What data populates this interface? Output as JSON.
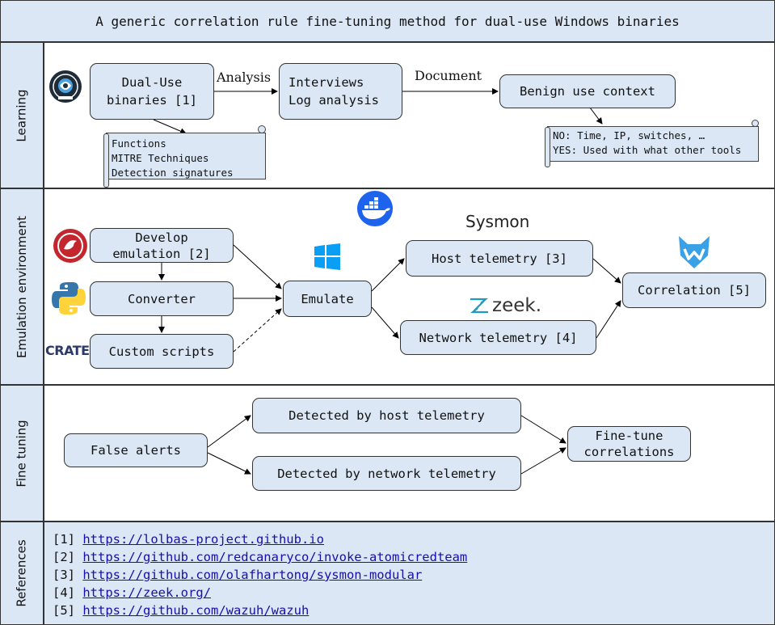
{
  "title": "A generic correlation rule fine-tuning method for dual-use Windows binaries",
  "sections": {
    "learning": "Learning",
    "emulation": "Emulation environment",
    "fine_tuning": "Fine tuning",
    "references": "References"
  },
  "learning": {
    "dual_use_line1": "Dual-Use",
    "dual_use_line2": "binaries [1]",
    "edge_analysis": "Analysis",
    "interviews_line1": "Interviews",
    "interviews_line2": "Log analysis",
    "edge_document": "Document",
    "benign": "Benign use context",
    "notes1": [
      "Functions",
      "MITRE Techniques",
      "Detection signatures"
    ],
    "notes2": [
      "NO: Time, IP, switches, …",
      "YES: Used with what other tools"
    ]
  },
  "emulation": {
    "develop_line1": "Develop",
    "develop_line2": "emulation [2]",
    "converter": "Converter",
    "custom_scripts": "Custom scripts",
    "emulate": "Emulate",
    "host": "Host telemetry [3]",
    "network": "Network telemetry [4]",
    "correlation": "Correlation [5]",
    "sysmon_logo": "Sysmon",
    "zeek_logo": "zeek.",
    "crate_logo": "CRATE"
  },
  "fine_tuning": {
    "false_alerts": "False alerts",
    "detected_host": "Detected by host telemetry",
    "detected_network": "Detected by network telemetry",
    "finetune_line1": "Fine-tune",
    "finetune_line2": "correlations"
  },
  "references": [
    {
      "num": "[1]",
      "url": "https://lolbas-project.github.io"
    },
    {
      "num": "[2]",
      "url": "https://github.com/redcanaryco/invoke-atomicredteam"
    },
    {
      "num": "[3]",
      "url": "https://github.com/olafhartong/sysmon-modular"
    },
    {
      "num": "[4]",
      "url": "https://zeek.org/"
    },
    {
      "num": "[5]",
      "url": "https://github.com/wazuh/wazuh"
    }
  ],
  "colors": {
    "box_fill": "#dbe7f4",
    "border": "#333333",
    "link": "#1a0dab",
    "docker_blue": "#1d63ed",
    "windows_blue": "#0a9ef5",
    "wazuh_blue": "#3aa1e6",
    "redcanary_red": "#c4262e",
    "python_blue": "#3776ab",
    "python_yellow": "#ffd43b",
    "crate_navy": "#2b3a67"
  }
}
